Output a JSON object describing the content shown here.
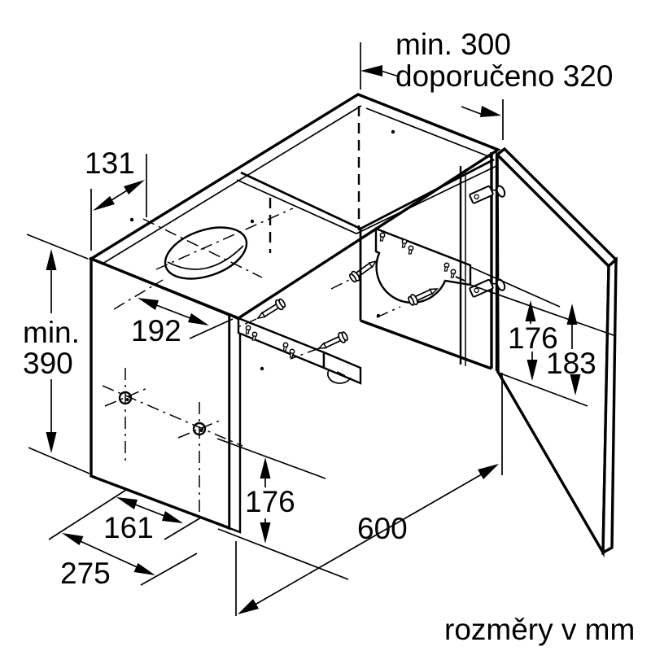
{
  "background": "#ffffff",
  "ink": "#000000",
  "caption": "rozměry v mm",
  "dims": {
    "clearance_min": "min. 300",
    "clearance_recommended": "doporučeno 320",
    "duct_offset_width": "131",
    "duct_offset_depth": "192",
    "min_height_label": "min.",
    "min_height_value": "390",
    "rail_height_left": "176",
    "rail_height_right": "176",
    "rail_height_door": "183",
    "front_recess": "161",
    "bottom_depth": "275",
    "cabinet_width": "600"
  }
}
